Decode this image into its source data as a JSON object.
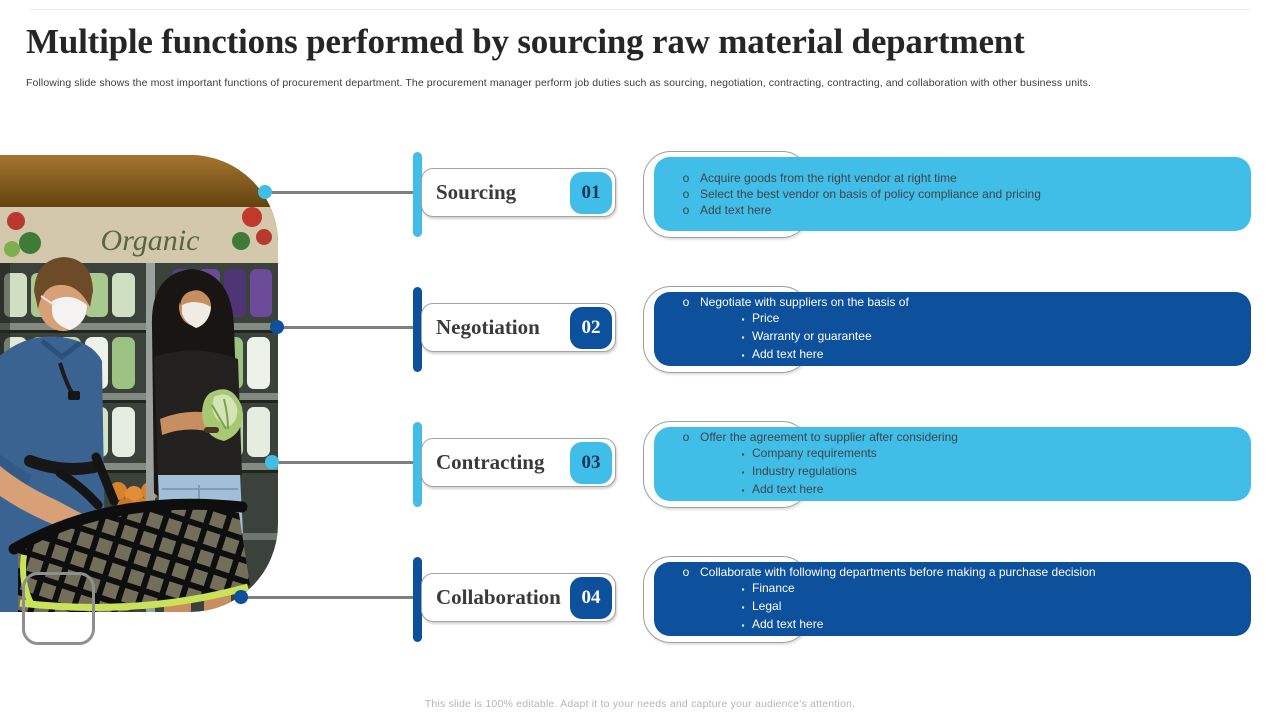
{
  "slide": {
    "title": "Multiple functions performed by sourcing raw material department",
    "subtitle": "Following slide shows the most important functions of procurement department. The procurement manager  perform job duties such as sourcing, negotiation, contracting, contracting, and collaboration with other business units.",
    "footer": "This slide is 100% editable.  Adapt it to your needs and capture your audience's attention."
  },
  "colors": {
    "light_blue": "#41BEE8",
    "dark_blue": "#0D509C",
    "connector_gray": "#7F7F7F",
    "body_text_dark": "#3D4449",
    "body_text_light": "#FFFFFF"
  },
  "bullet_glyphs": {
    "level1": "o",
    "level2": "▪"
  },
  "photo": {
    "description": "Two shoppers wearing white face masks picking packaged greens in a grocery store with a shopping cart",
    "sign_text": "Organic"
  },
  "rows": [
    {
      "label": "Sourcing",
      "number": "01",
      "theme": "light",
      "bullets": [
        {
          "level": 1,
          "text": "Acquire goods from the right vendor  at right time"
        },
        {
          "level": 1,
          "text": "Select the best vendor  on basis of policy compliance and pricing"
        },
        {
          "level": 1,
          "text": "Add text here"
        }
      ]
    },
    {
      "label": "Negotiation",
      "number": "02",
      "theme": "dark",
      "bullets": [
        {
          "level": 1,
          "text": "Negotiate with suppliers on the basis of"
        },
        {
          "level": 2,
          "text": "Price"
        },
        {
          "level": 2,
          "text": "Warranty or guarantee"
        },
        {
          "level": 2,
          "text": "Add text here"
        }
      ]
    },
    {
      "label": "Contracting",
      "number": "03",
      "theme": "light",
      "bullets": [
        {
          "level": 1,
          "text": "Offer the agreement to supplier after considering"
        },
        {
          "level": 2,
          "text": "Company requirements"
        },
        {
          "level": 2,
          "text": "Industry regulations"
        },
        {
          "level": 2,
          "text": "Add text here"
        }
      ]
    },
    {
      "label": "Collaboration",
      "number": "04",
      "theme": "dark",
      "bullets": [
        {
          "level": 1,
          "text": "Collaborate with following departments before  making a purchase decision"
        },
        {
          "level": 2,
          "text": "Finance"
        },
        {
          "level": 2,
          "text": "Legal"
        },
        {
          "level": 2,
          "text": "Add text here"
        }
      ]
    }
  ]
}
